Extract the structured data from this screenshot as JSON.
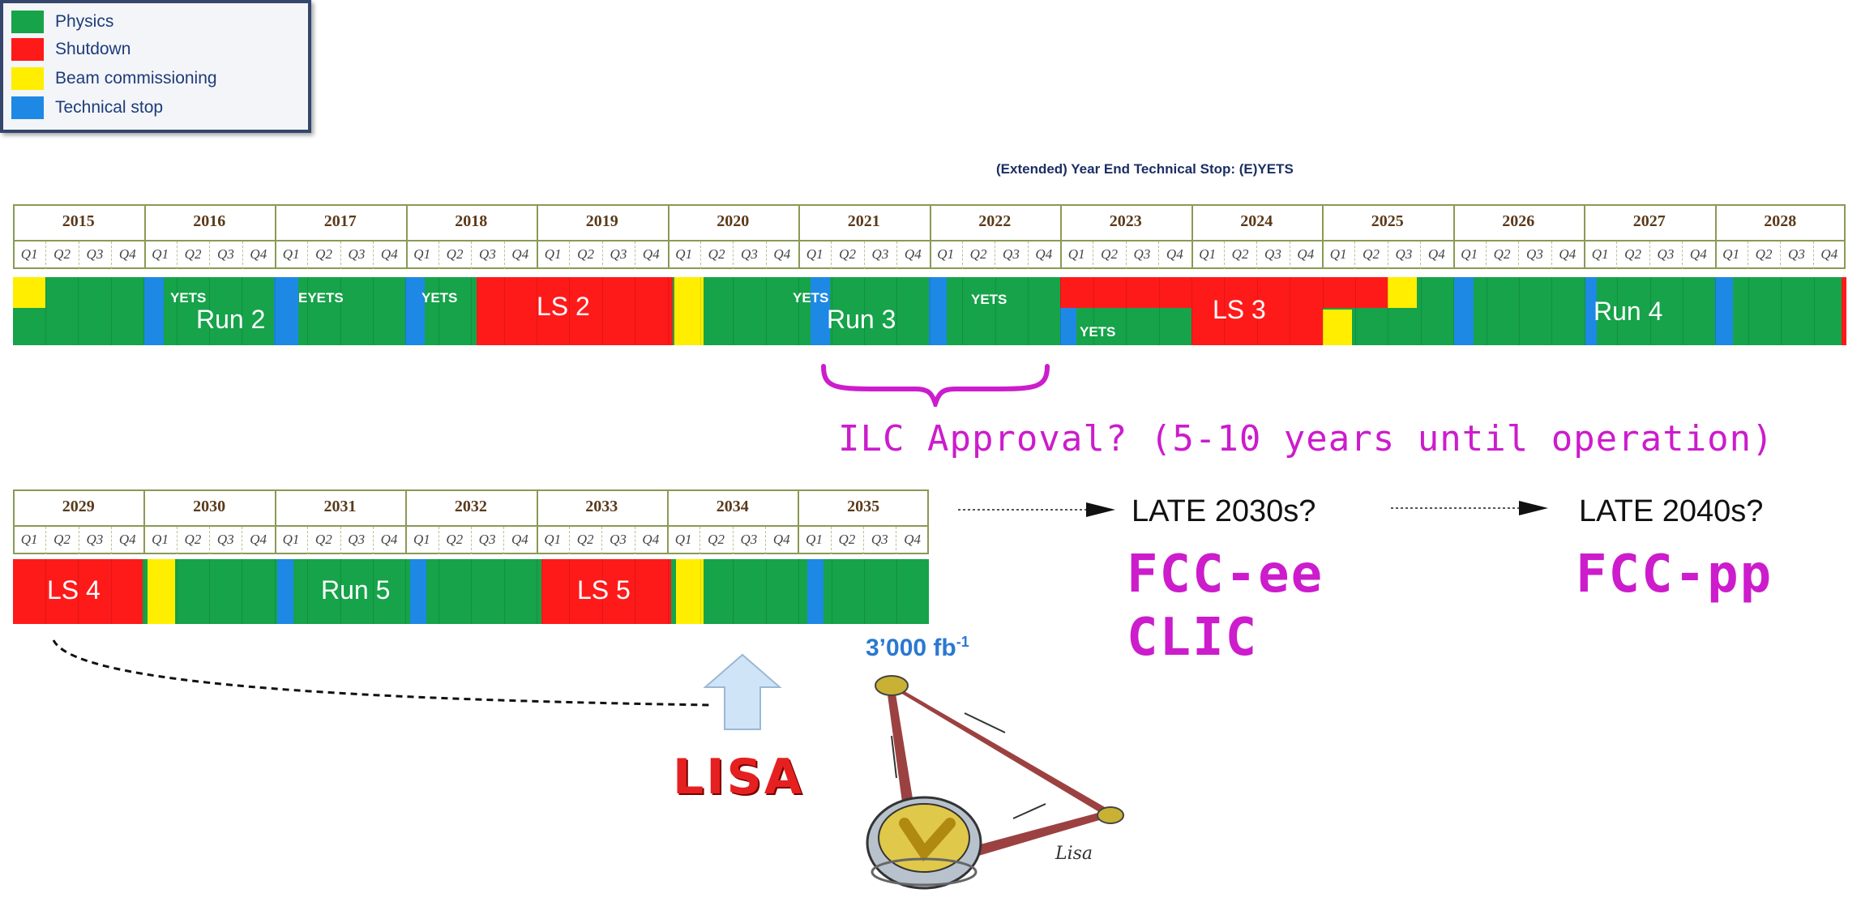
{
  "legend": {
    "items": [
      {
        "label": "Physics",
        "color": "#16a34a"
      },
      {
        "label": "Shutdown",
        "color": "#ff1a1a"
      },
      {
        "label": "Beam commissioning",
        "color": "#ffee00"
      },
      {
        "label": "Technical stop",
        "color": "#1e88e5"
      }
    ],
    "note": "(Extended) Year End Technical Stop: (E)YETS"
  },
  "quarters": [
    "Q1",
    "Q2",
    "Q3",
    "Q4"
  ],
  "timeline_top": {
    "years": [
      "2015",
      "2016",
      "2017",
      "2018",
      "2019",
      "2020",
      "2021",
      "2022",
      "2023",
      "2024",
      "2025",
      "2026",
      "2027",
      "2028"
    ],
    "labels": [
      "YETS",
      "EYETS",
      "YETS",
      "YETS",
      "YETS",
      "YETS",
      "Run 2",
      "LS 2",
      "Run 3",
      "LS 3",
      "Run 4"
    ]
  },
  "timeline_bottom": {
    "years": [
      "2029",
      "2030",
      "2031",
      "2032",
      "2033",
      "2034",
      "2035"
    ],
    "labels": [
      "LS 4",
      "Run 5",
      "LS 5"
    ]
  },
  "annotations": {
    "ilc": "ILC Approval? (5-10 years until operation)",
    "late_2030s": "LATE 2030s?",
    "late_2040s": "LATE 2040s?",
    "fcc_ee": "FCC-ee",
    "clic": "CLIC",
    "fcc_pp": "FCC-pp",
    "lumi_value": "3’000 fb",
    "lumi_exp": "-1",
    "lisa": "LISA",
    "signature": "Lisa"
  }
}
